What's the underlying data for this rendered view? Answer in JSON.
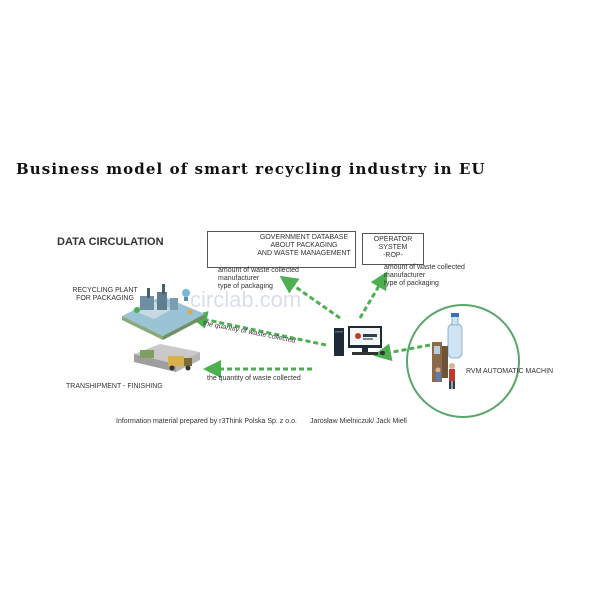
{
  "title": "Business model of smart recycling industry in EU",
  "diagram": {
    "heading": "DATA CIRCULATION",
    "gov_box": {
      "line1": "GOVERNMENT DATABASE",
      "line2": "ABOUT PACKAGING",
      "line3": "AND WASTE MANAGEMENT"
    },
    "gov_info": [
      "amount of waste collected",
      "manufacturer",
      "type of packaging"
    ],
    "operator_box": {
      "line1": "OPERATOR",
      "line2": "SYSTEM",
      "line3": "-ROP-"
    },
    "operator_info": [
      "amount of waste collected",
      "manufacturer",
      "type of packaging"
    ],
    "recycling_plant": {
      "line1": "RECYCLING PLANT",
      "line2": "FOR PACKAGING"
    },
    "quantity_label_1": "the quantity of waste collected",
    "quantity_label_2": "the quantity of waste collected",
    "transhipment": "TRANSHIPMENT - FINISHING",
    "rvm": "RVM AUTOMATIC MACHIN",
    "watermark": "circlab.com",
    "credit_left": "Information material prepared by  r3Think Polska Sp. z o.o.",
    "credit_right": "Jarosław Mielniczuk/ Jack Miell",
    "colors": {
      "arrow": "#4caf50",
      "circle": "#5aa66a",
      "monitor": "#1e2a3a"
    },
    "icons": [
      "factory-icon",
      "truck-icon",
      "computer-icon",
      "bottle-icon",
      "person-icon",
      "database-icon"
    ]
  }
}
